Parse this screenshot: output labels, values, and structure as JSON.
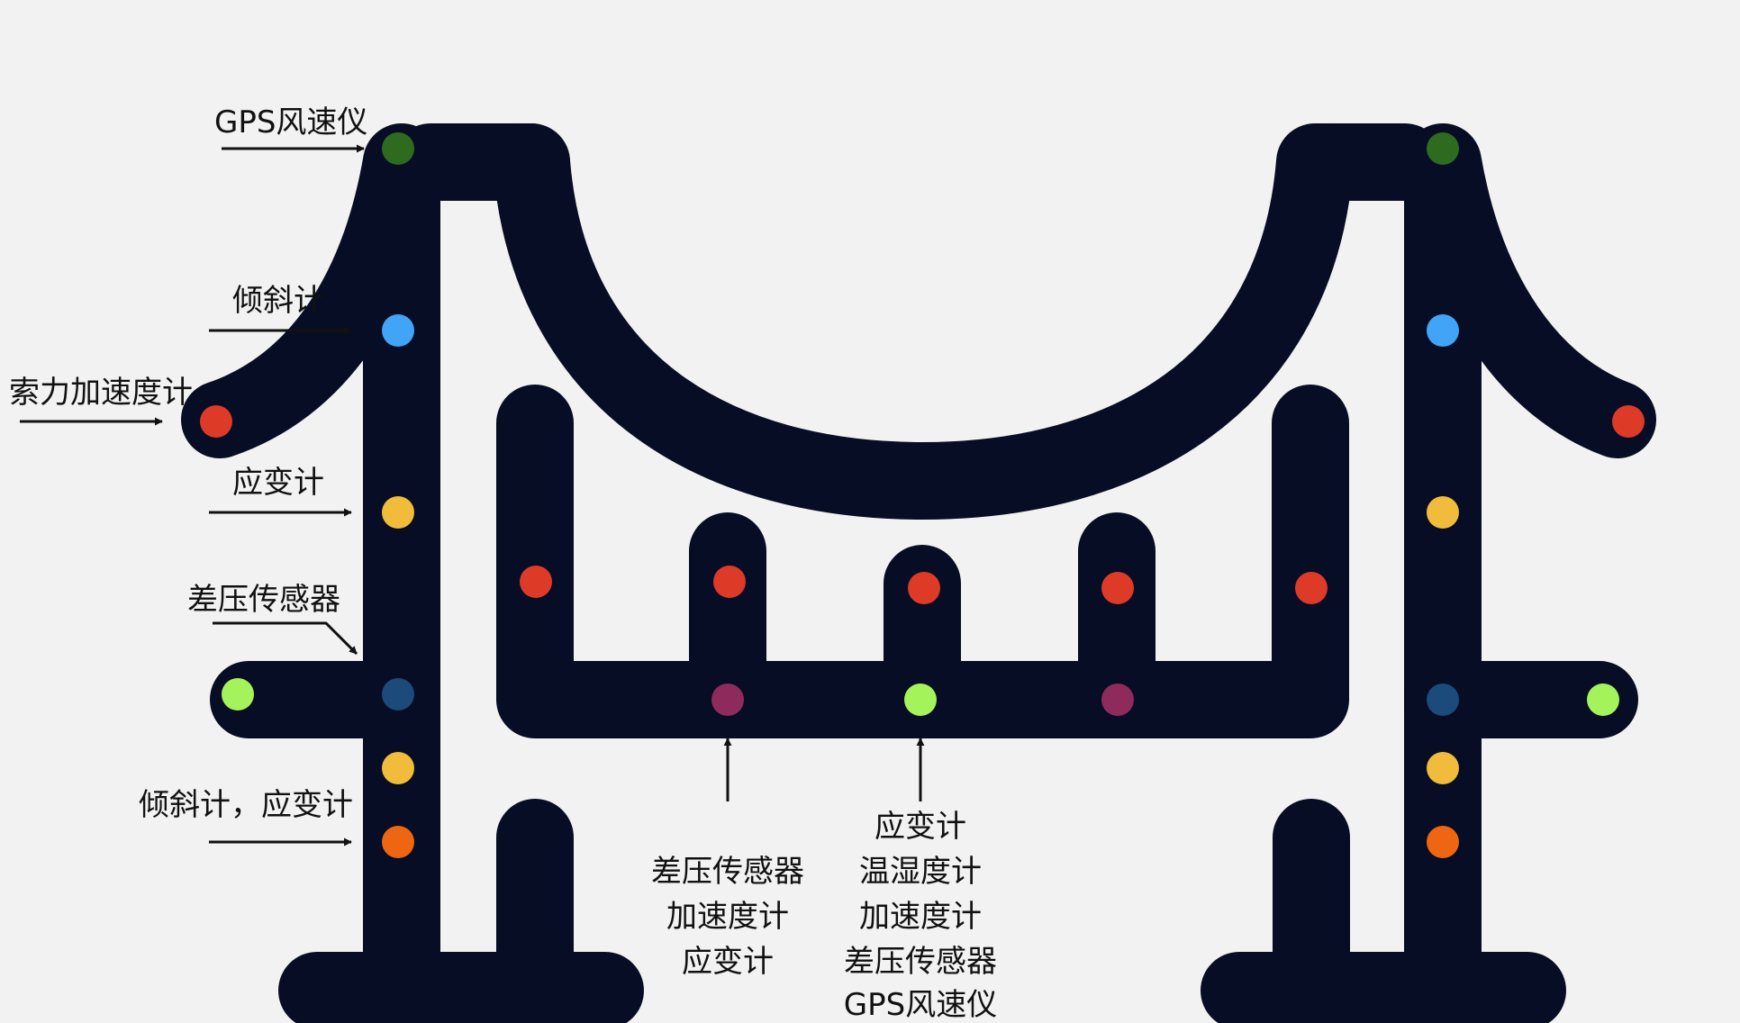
{
  "colors": {
    "background": "#f2f2f2",
    "structure": "#070d24",
    "arrow": "#111111",
    "sensor_dark_green": "#2e6b1f",
    "sensor_sky_blue": "#41a4f7",
    "sensor_red": "#dd3a28",
    "sensor_yellow": "#f1bc3c",
    "sensor_navy": "#1c4a7b",
    "sensor_light_green": "#a4f35a",
    "sensor_orange": "#ee6512",
    "sensor_maroon": "#8f2b5c"
  },
  "labels": {
    "gps_wind": "GPS风速仪",
    "tilt": "倾斜计",
    "cable_accel": "索力加速度计",
    "strain": "应变计",
    "diff_pressure": "差压传感器",
    "tilt_strain": "倾斜计，应变计"
  },
  "deck_stack_left": [
    "差压传感器",
    "加速度计",
    "应变计"
  ],
  "deck_stack_center": [
    "应变计",
    "温湿度计",
    "加速度计",
    "差压传感器",
    "GPS风速仪"
  ]
}
